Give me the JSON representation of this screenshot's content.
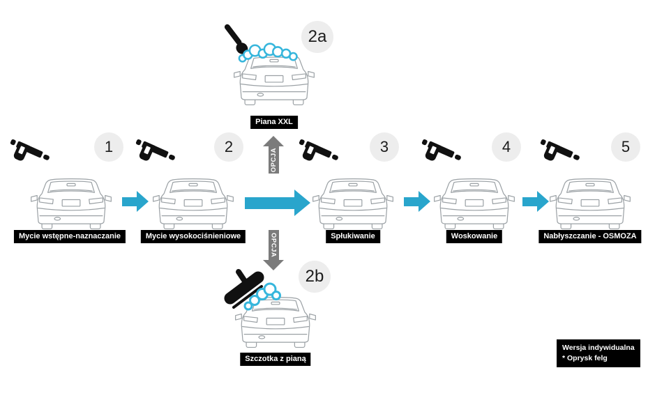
{
  "diagram": {
    "steps": [
      {
        "number": "1",
        "label": "Mycie wstępne-naznaczanie"
      },
      {
        "number": "2",
        "label": "Mycie wysokociśnieniowe"
      },
      {
        "number": "3",
        "label": "Spłukiwanie"
      },
      {
        "number": "4",
        "label": "Woskowanie"
      },
      {
        "number": "5",
        "label": "Nabłyszczanie - OSMOZA"
      }
    ],
    "options": [
      {
        "number": "2a",
        "label": "Piana XXL"
      },
      {
        "number": "2b",
        "label": "Szczotka z pianą"
      }
    ],
    "option_arrow_up_label": "OPCJA",
    "option_arrow_down_label": "OPCJA",
    "legend": {
      "line1": "Wersja indywidualna",
      "line2": "* Oprysk felg"
    },
    "icons": {
      "step_icon": "spray-gun-icon",
      "option_top_icon": "foam-lance-icon",
      "option_bottom_icon": "foam-brush-icon"
    },
    "colors": {
      "arrow_blue": "#29a5cc",
      "option_arrow_gray": "#7b7b7b",
      "foam_cyan": "#36b6dc",
      "number_circle_bg": "#ededed",
      "label_bg": "#000000",
      "label_text": "#ffffff"
    }
  }
}
